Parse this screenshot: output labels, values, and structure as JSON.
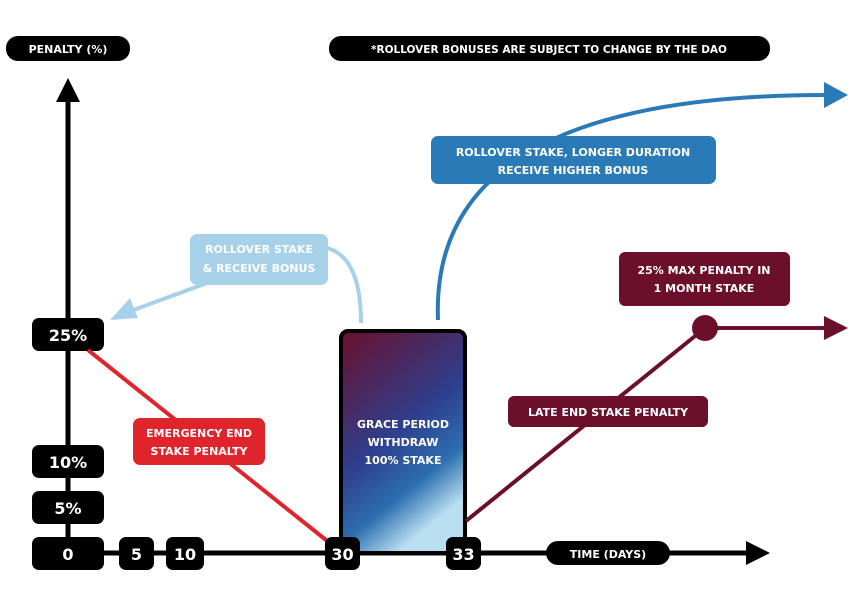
{
  "axes": {
    "y_label": "PENALTY (%)",
    "x_label": "TIME (DAYS)",
    "y_ticks": [
      "25%",
      "10%",
      "5%",
      "0"
    ],
    "x_ticks": [
      "5",
      "10",
      "30",
      "33"
    ]
  },
  "note": "*ROLLOVER BONUSES ARE SUBJECT TO CHANGE BY THE DAO",
  "labels": {
    "emergency": [
      "EMERGENCY END",
      "STAKE PENALTY"
    ],
    "rollover_short": [
      "ROLLOVER STAKE",
      "& RECEIVE BONUS"
    ],
    "rollover_long": [
      "ROLLOVER STAKE, LONGER DURATION",
      "RECEIVE HIGHER BONUS"
    ],
    "grace": [
      "GRACE PERIOD",
      "WITHDRAW",
      "100% STAKE"
    ],
    "late": "LATE END STAKE PENALTY",
    "max_penalty": [
      "25% MAX PENALTY IN",
      "1 MONTH STAKE"
    ]
  },
  "colors": {
    "black": "#000000",
    "red": "#e0242b",
    "maroon": "#6b0f2a",
    "blue": "#2a7ab8",
    "light_blue": "#a7d1e8"
  }
}
